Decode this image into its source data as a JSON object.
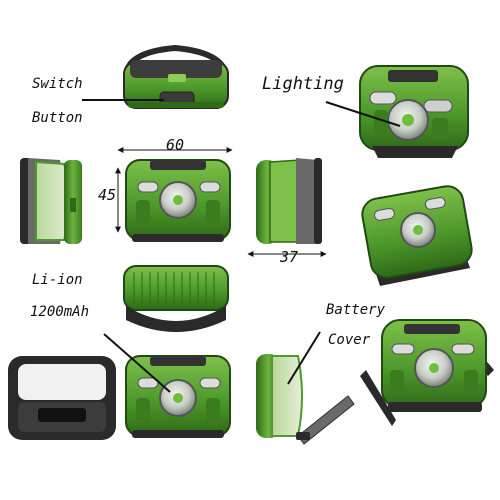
{
  "labels": {
    "switch": "Switch",
    "button": "Button",
    "lighting": "Lighting",
    "dim_width": "60",
    "dim_height": "45",
    "dim_depth": "37",
    "li_ion": "Li-ion",
    "capacity": "1200mAh",
    "battery": "Battery",
    "cover": "Cover"
  },
  "colors": {
    "body_green": "#4e9a2c",
    "dark_green": "#2f6a17",
    "light_green": "#8ccd55",
    "frame_dark": "#2a2a2a",
    "lens": "#c9ccc7"
  }
}
